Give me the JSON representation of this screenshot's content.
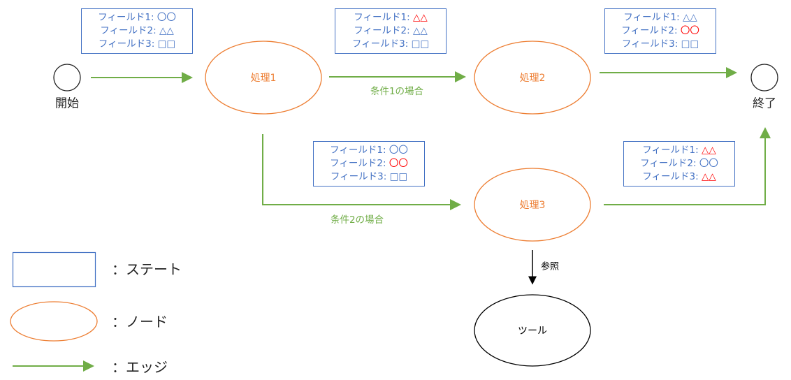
{
  "colors": {
    "state": "#4472c4",
    "node": "#ed7d31",
    "edge": "#70ad47",
    "changed": "#ff0000",
    "tool": "#000000"
  },
  "terminals": {
    "start": "開始",
    "end": "終了"
  },
  "nodes": {
    "n1": "処理1",
    "n2": "処理2",
    "n3": "処理3",
    "tool": "ツール"
  },
  "edges": {
    "cond1": "条件1の場合",
    "cond2": "条件2の場合",
    "ref": "参照"
  },
  "states": [
    {
      "id": "state-start",
      "lines": [
        {
          "label": "フィールド1: ",
          "value": "〇〇",
          "changed": false
        },
        {
          "label": "フィールド2: ",
          "value": "△△",
          "changed": false
        },
        {
          "label": "フィールド3: ",
          "value": "□□",
          "changed": false
        }
      ]
    },
    {
      "id": "state-after-n1",
      "lines": [
        {
          "label": "フィールド1: ",
          "value": "△△",
          "changed": true
        },
        {
          "label": "フィールド2: ",
          "value": "△△",
          "changed": false
        },
        {
          "label": "フィールド3: ",
          "value": "□□",
          "changed": false
        }
      ]
    },
    {
      "id": "state-after-n2",
      "lines": [
        {
          "label": "フィールド1: ",
          "value": "△△",
          "changed": false
        },
        {
          "label": "フィールド2: ",
          "value": "〇〇",
          "changed": true
        },
        {
          "label": "フィールド3: ",
          "value": "□□",
          "changed": false
        }
      ]
    },
    {
      "id": "state-cond2",
      "lines": [
        {
          "label": "フィールド1: ",
          "value": "〇〇",
          "changed": false
        },
        {
          "label": "フィールド2: ",
          "value": "〇〇",
          "changed": true
        },
        {
          "label": "フィールド3: ",
          "value": "□□",
          "changed": false
        }
      ]
    },
    {
      "id": "state-after-n3",
      "lines": [
        {
          "label": "フィールド1: ",
          "value": "△△",
          "changed": true
        },
        {
          "label": "フィールド2: ",
          "value": "〇〇",
          "changed": false
        },
        {
          "label": "フィールド3: ",
          "value": "△△",
          "changed": true
        }
      ]
    }
  ],
  "legend": {
    "state": "：ステート",
    "node": "：ノード",
    "edge": "：エッジ"
  }
}
